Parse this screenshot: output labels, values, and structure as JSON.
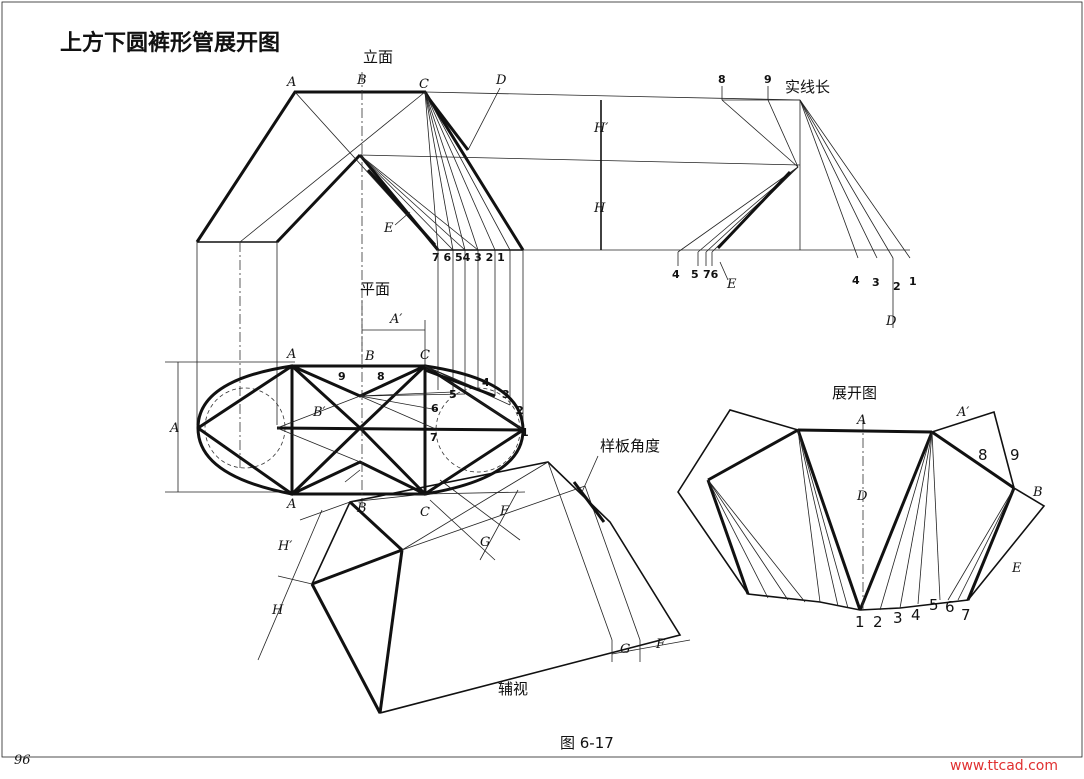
{
  "title": "上方下圆裤形管展开图",
  "view_labels": {
    "elevation": "立面",
    "plan": "平面",
    "true_length": "实线长",
    "development": "展开图",
    "auxiliary": "辅视",
    "template_angle": "样板角度"
  },
  "figure_caption": "图 6-17",
  "page_number": "96",
  "watermark": "www.ttcad.com",
  "points": {
    "A": "A",
    "B": "B",
    "C": "C",
    "D": "D",
    "E": "E",
    "A_prime": "A′",
    "B_prime": "B′",
    "H": "H",
    "H_prime": "H′",
    "G": "G",
    "F": "F"
  },
  "numbers": [
    "1",
    "2",
    "3",
    "4",
    "5",
    "6",
    "7",
    "8",
    "9"
  ],
  "elevation_base_numbers": "7 6 54 3 2 1",
  "true_length_left_numbers": [
    "4",
    "5",
    "76"
  ],
  "dev_bottom_numbers": [
    "1",
    "2",
    "3",
    "4",
    "5",
    "6",
    "7"
  ]
}
